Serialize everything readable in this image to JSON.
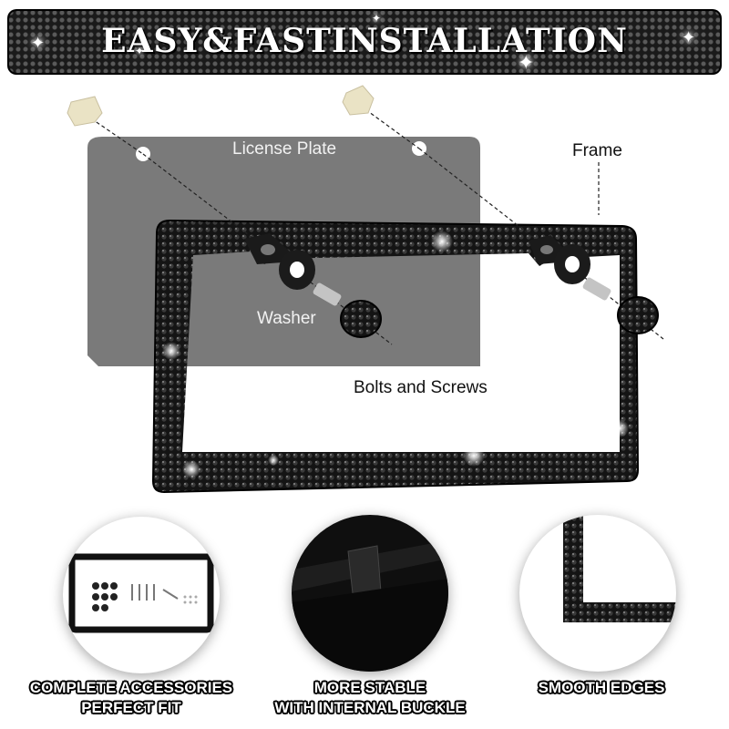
{
  "banner": {
    "title": "EASY&FASTINSTALLATION"
  },
  "diagram": {
    "license_plate_label": "License Plate",
    "frame_label": "Frame",
    "washer_label": "Washer",
    "bolts_label": "Bolts and Screws"
  },
  "features": [
    {
      "line1": "COMPLETE ACCESSORIES",
      "line2": "PERFECT FIT"
    },
    {
      "line1": "MORE STABLE",
      "line2": "WITH INTERNAL BUCKLE"
    },
    {
      "line1": "SMOOTH EDGES",
      "line2": ""
    }
  ],
  "colors": {
    "frame": "#151515",
    "plate": "#7a7a7a",
    "background": "#ffffff",
    "caption_text": "#ffffff"
  }
}
